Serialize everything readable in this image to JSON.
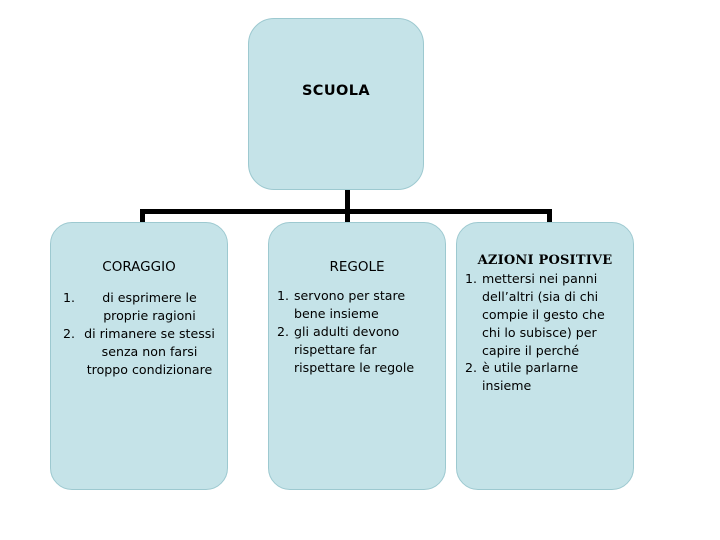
{
  "diagram": {
    "type": "org-chart",
    "colors": {
      "node_fill": "#c5e3e8",
      "node_border": "#9dc9d0",
      "connector": "#000000",
      "text": "#000000",
      "background": "#ffffff"
    },
    "root": {
      "title": "SCUOLA"
    },
    "children": [
      {
        "title": "CORAGGIO",
        "items": [
          {
            "num": "1.",
            "text": "di esprimere le proprie ragioni"
          },
          {
            "num": "2.",
            "text": "di rimanere se stessi senza non farsi troppo condizionare"
          }
        ]
      },
      {
        "title": "REGOLE",
        "items": [
          {
            "num": "1.",
            "text": "servono per stare bene insieme"
          },
          {
            "num": "2.",
            "text": "gli adulti devono rispettare far rispettare le regole"
          }
        ]
      },
      {
        "title": "AZIONI POSITIVE",
        "items": [
          {
            "num": "1.",
            "text": "mettersi nei panni dell’altri (sia di chi compie il gesto che chi lo subisce) per capire il perché"
          },
          {
            "num": "2.",
            "text": "è utile parlarne insieme"
          }
        ]
      }
    ]
  }
}
